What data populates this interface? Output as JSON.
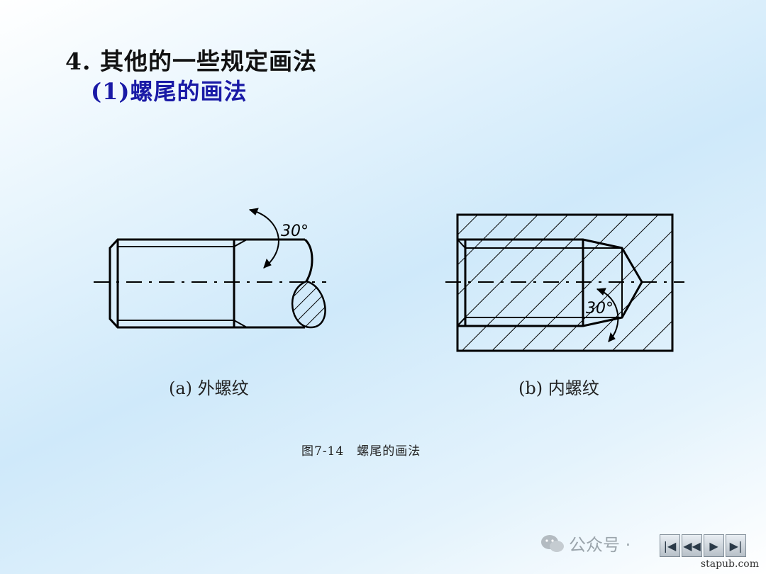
{
  "header": {
    "title": "4. 其他的一些规定画法",
    "subtitle": "(1)螺尾的画法"
  },
  "figures": {
    "a": {
      "caption": "(a)  外螺纹",
      "angle_label": "30°"
    },
    "b": {
      "caption": "(b)  内螺纹",
      "angle_label": "30°"
    }
  },
  "figure_caption": "图7-14　螺尾的画法",
  "footer": {
    "watermark": "公众号 · ",
    "site": "stapub.com",
    "nav": [
      "|◀",
      "◀◀",
      "▶",
      "▶|"
    ]
  }
}
